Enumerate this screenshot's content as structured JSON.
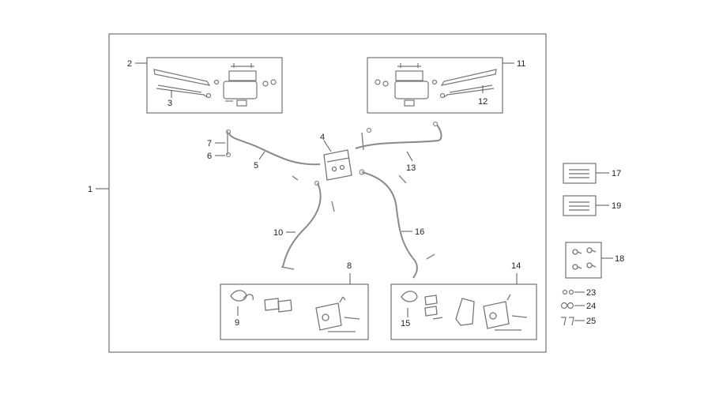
{
  "diagram": {
    "callouts": {
      "c1": "1",
      "c2": "2",
      "c3": "3",
      "c4": "4",
      "c5": "5",
      "c6": "6",
      "c7": "7",
      "c8": "8",
      "c9": "9",
      "c10": "10",
      "c11": "11",
      "c12": "12",
      "c13": "13",
      "c14": "14",
      "c15": "15",
      "c16": "16",
      "c17": "17",
      "c18": "18",
      "c19": "19",
      "c23": "23",
      "c24": "24",
      "c25": "25"
    },
    "colors": {
      "line": "#555555",
      "part": "#777777",
      "hose": "#8a8a8a",
      "text": "#222222"
    }
  }
}
